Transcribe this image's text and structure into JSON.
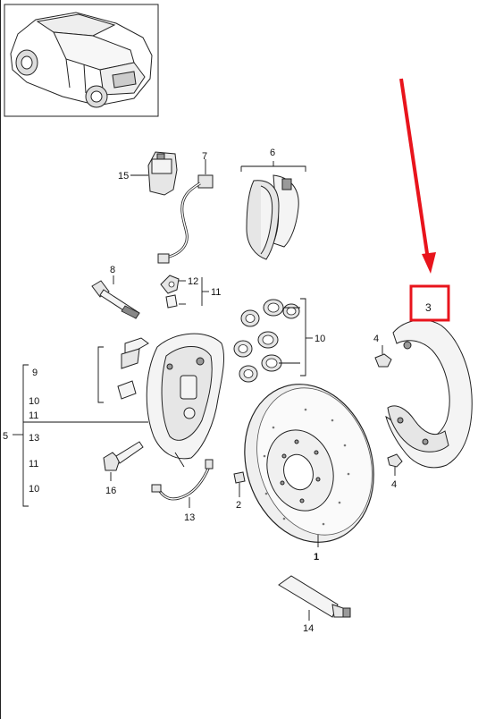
{
  "labels": {
    "p1": "1",
    "p2": "2",
    "p3": "3",
    "p4a": "4",
    "p4b": "4",
    "p5": "5",
    "p6": "6",
    "p7": "7",
    "p8": "8",
    "p9": "9",
    "p10a": "10",
    "p10b": "10",
    "p10c": "10",
    "p11a": "11",
    "p11b": "11",
    "p11c": "11",
    "p12": "12",
    "p13a": "13",
    "p13b": "13",
    "p14": "14",
    "p15": "15",
    "p16": "16"
  },
  "highlight": {
    "color": "#e8141c",
    "target": "3"
  }
}
